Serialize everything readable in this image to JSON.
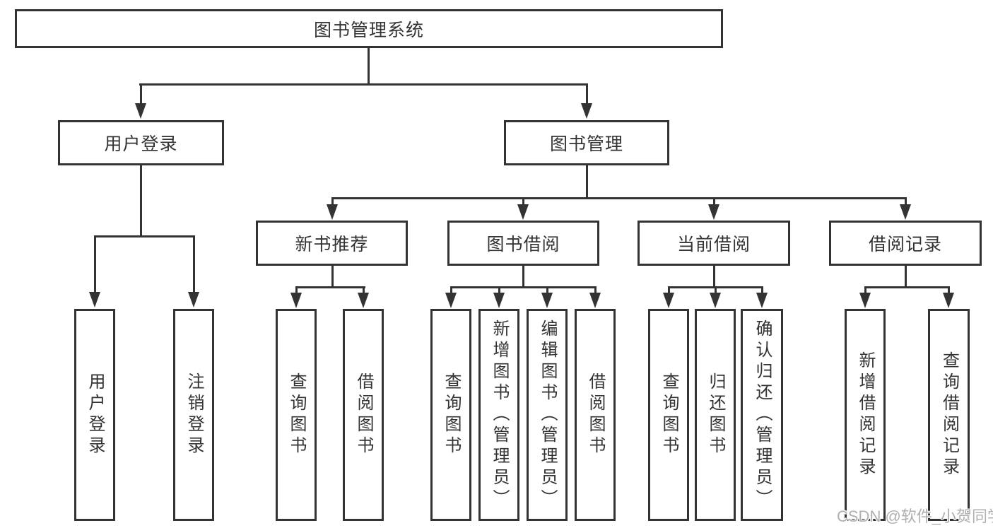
{
  "title": "图书管理系统",
  "tree": {
    "label": "图书管理系统",
    "children": [
      {
        "label": "用户登录",
        "children": [
          {
            "label": "用户登录"
          },
          {
            "label": "注销登录"
          }
        ]
      },
      {
        "label": "图书管理",
        "children": [
          {
            "label": "新书推荐",
            "children": [
              {
                "label": "查询图书"
              },
              {
                "label": "借阅图书"
              }
            ]
          },
          {
            "label": "图书借阅",
            "children": [
              {
                "label": "查询图书"
              },
              {
                "label": "新增图书（管理员）"
              },
              {
                "label": "编辑图书（管理员）"
              },
              {
                "label": "借阅图书"
              }
            ]
          },
          {
            "label": "当前借阅",
            "children": [
              {
                "label": "查询图书"
              },
              {
                "label": "归还图书"
              },
              {
                "label": "确认归还（管理员）"
              }
            ]
          },
          {
            "label": "借阅记录",
            "children": [
              {
                "label": "新增借阅记录"
              },
              {
                "label": "查询借阅记录"
              }
            ]
          }
        ]
      }
    ]
  },
  "watermark": "CSDN @软件_小贺同学",
  "colors": {
    "line": "#333333",
    "text": "#333333",
    "background": "#ffffff",
    "watermark": "#b0b0b0"
  }
}
